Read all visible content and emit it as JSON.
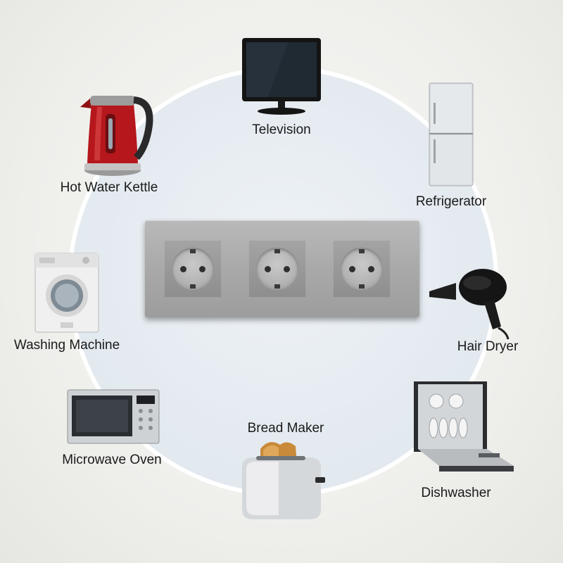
{
  "appliances": {
    "television": "Television",
    "kettle": "Hot Water Kettle",
    "refrigerator": "Refrigerator",
    "washing_machine": "Washing Machine",
    "hair_dryer": "Hair Dryer",
    "microwave": "Microwave Oven",
    "bread_maker": "Bread Maker",
    "dishwasher": "Dishwasher"
  },
  "socket_panel": {
    "socket_count": 3
  },
  "colors": {
    "kettle_red": "#b5171c",
    "circle_border": "#ffffff",
    "panel_silver": "#a9a9a9"
  }
}
